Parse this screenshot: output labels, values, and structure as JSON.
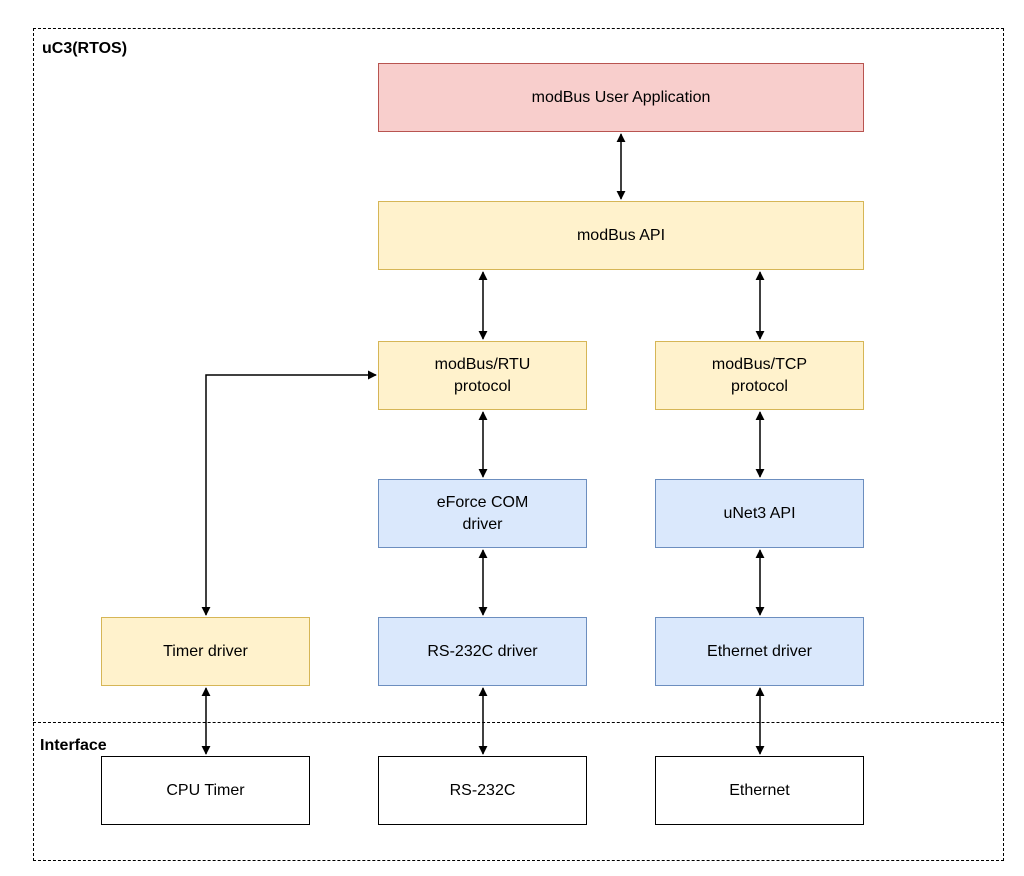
{
  "regions": {
    "rtos": "uC3(RTOS)",
    "interface": "Interface"
  },
  "boxes": {
    "user_app": "modBus User Application",
    "api": "modBus API",
    "rtu": "modBus/RTU\nprotocol",
    "tcp": "modBus/TCP\nprotocol",
    "eforce": "eForce COM\ndriver",
    "unet": "uNet3 API",
    "timer_driver": "Timer driver",
    "rs232c_driver": "RS-232C driver",
    "ethernet_driver": "Ethernet driver",
    "cpu_timer": "CPU Timer",
    "rs232c": "RS-232C",
    "ethernet": "Ethernet"
  },
  "colors": {
    "application": "#f8cecc",
    "protocol_layer": "#fff2cc",
    "driver_layer": "#dae8fc",
    "hardware": "#ffffff"
  }
}
